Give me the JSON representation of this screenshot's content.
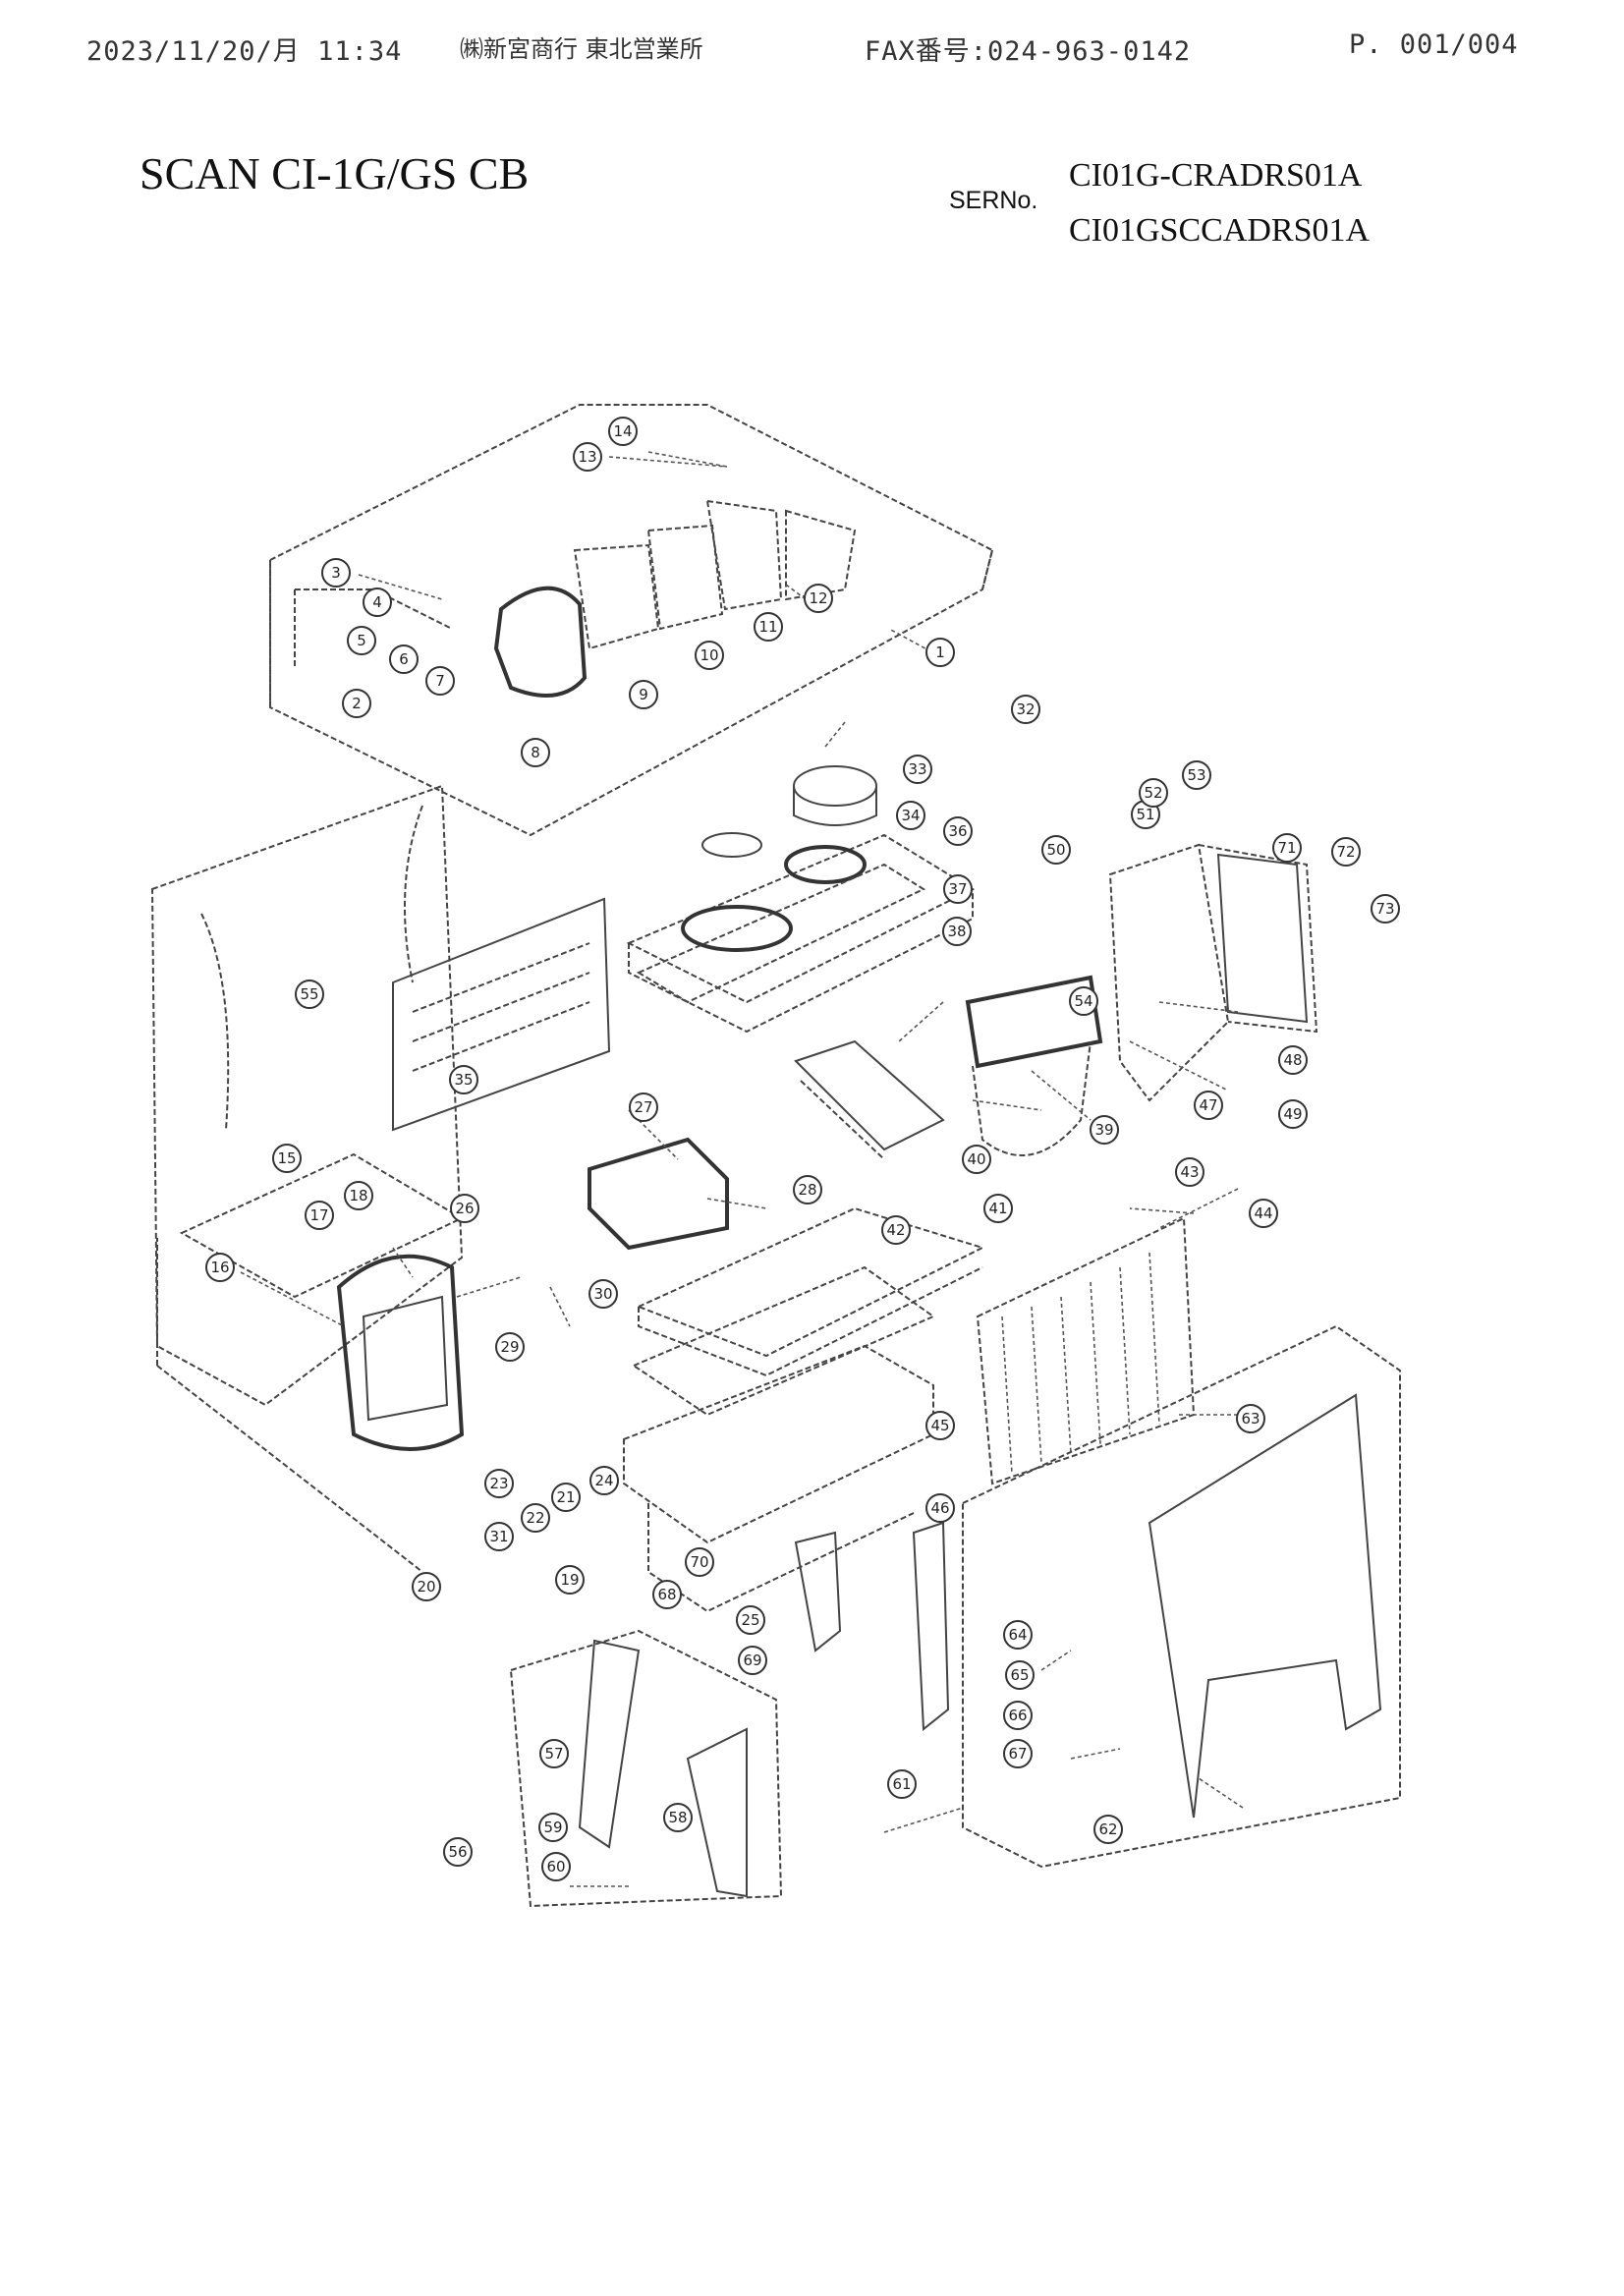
{
  "fax_header": {
    "date_time": "2023/11/20/月 11:34",
    "sender": "㈱新宮商行 東北営業所",
    "fax_number": "FAX番号:024-963-0142",
    "page": "P. 001/004"
  },
  "document": {
    "title": "SCAN CI-1G/GS CB",
    "serial_label": "SERNo.",
    "serial_numbers": [
      "CI01G-CRADRS01A",
      "CI01GSCCADRS01A"
    ]
  },
  "diagram": {
    "callouts": [
      "1",
      "2",
      "3",
      "4",
      "5",
      "6",
      "7",
      "8",
      "9",
      "10",
      "11",
      "12",
      "13",
      "14",
      "15",
      "16",
      "17",
      "18",
      "19",
      "20",
      "21",
      "22",
      "23",
      "24",
      "25",
      "26",
      "27",
      "28",
      "29",
      "30",
      "31",
      "32",
      "33",
      "34",
      "35",
      "36",
      "37",
      "38",
      "39",
      "40",
      "41",
      "42",
      "43",
      "44",
      "45",
      "46",
      "47",
      "48",
      "49",
      "50",
      "51",
      "52",
      "53",
      "54",
      "55",
      "56",
      "57",
      "58",
      "59",
      "60",
      "61",
      "62",
      "63",
      "64",
      "65",
      "66",
      "67",
      "68",
      "69",
      "70",
      "71",
      "72",
      "73"
    ]
  }
}
